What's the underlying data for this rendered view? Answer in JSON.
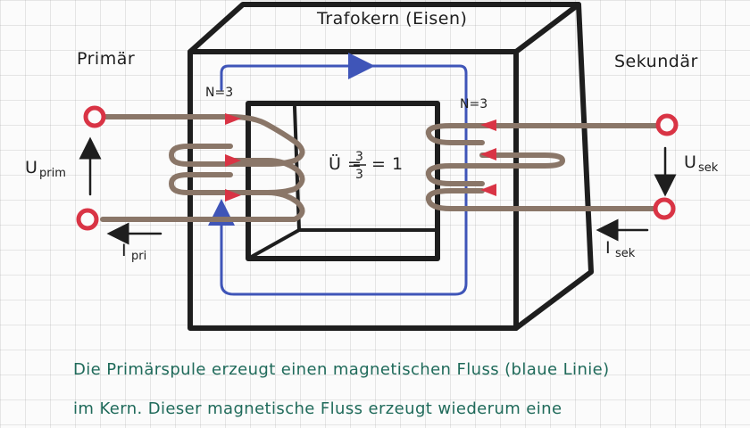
{
  "labels": {
    "core": "Trafokern (Eisen)",
    "primary": "Primär",
    "secondary": "Sekundär",
    "n_primary": "N=3",
    "n_secondary": "N=3",
    "u_prim_main": "U",
    "u_prim_sub": "prim",
    "u_sek_main": "U",
    "u_sek_sub": "sek",
    "i_pri_main": "I",
    "i_pri_sub": "pri",
    "i_sek_main": "I",
    "i_sek_sub": "sek",
    "ratio_lhs": "Ü =",
    "ratio_num": "3",
    "ratio_den": "3",
    "ratio_rhs": "= 1"
  },
  "caption": {
    "line1": "Die Primärspule erzeugt einen magnetischen Fluss (blaue Linie)",
    "line2": "im Kern. Dieser magnetische Fluss erzeugt wiederum eine"
  },
  "colors": {
    "ink": "#1e1e1e",
    "flux": "#3f55b8",
    "terminal": "#d93445",
    "winding": "#8a7668",
    "caption": "#1f6a5a"
  }
}
